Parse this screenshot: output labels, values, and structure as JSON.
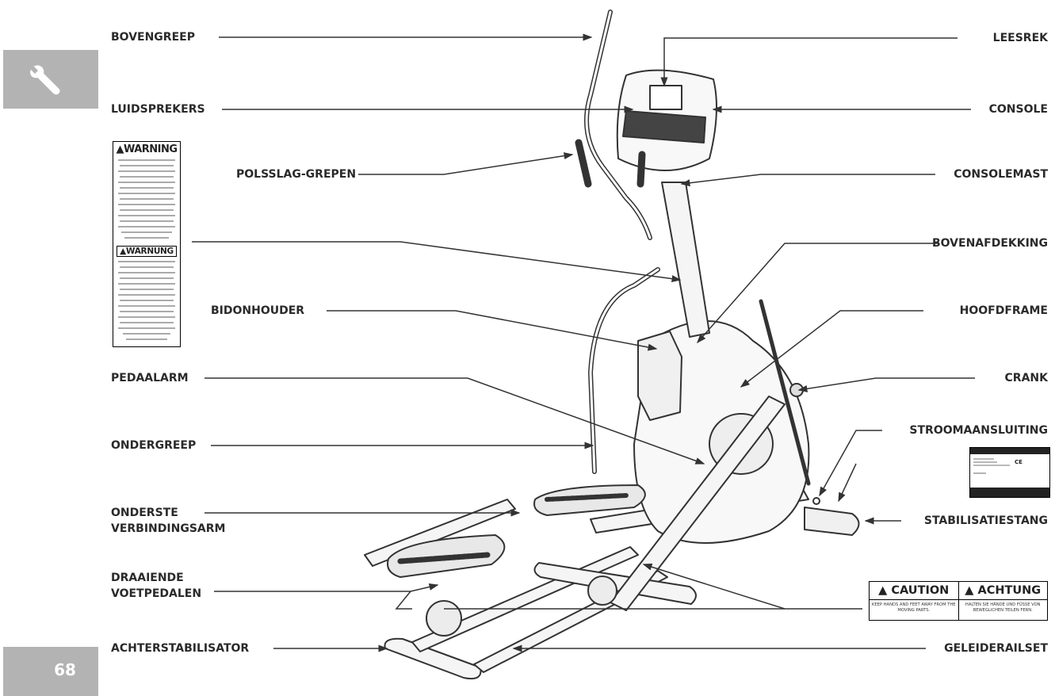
{
  "labels_left": [
    {
      "id": "bovengreep",
      "text": "BOVENGREEP"
    },
    {
      "id": "luidsprekers",
      "text": "LUIDSPREKERS"
    },
    {
      "id": "polsslag",
      "text": "POLSSLAG-GREPEN"
    },
    {
      "id": "bidonhouder",
      "text": "BIDONHOUDER"
    },
    {
      "id": "pedaalarm",
      "text": "PEDAALARM"
    },
    {
      "id": "ondergreep",
      "text": "ONDERGREEP"
    },
    {
      "id": "onderste",
      "text": "ONDERSTE\nVERBINDINGSARM"
    },
    {
      "id": "draaiende",
      "text": "DRAAIENDE\nVOETPEDALEN"
    },
    {
      "id": "achterstab",
      "text": "ACHTERSTABILISATOR"
    }
  ],
  "labels_right": [
    {
      "id": "leesrek",
      "text": "LEESREK"
    },
    {
      "id": "console",
      "text": "CONSOLE"
    },
    {
      "id": "consolemast",
      "text": "CONSOLEMAST"
    },
    {
      "id": "bovenafdekking",
      "text": "BOVENAFDEKKING"
    },
    {
      "id": "hoofdframe",
      "text": "HOOFDFRAME"
    },
    {
      "id": "crank",
      "text": "CRANK"
    },
    {
      "id": "stroom",
      "text": "STROOMAANSLUITING"
    },
    {
      "id": "stabilisatiestang",
      "text": "STABILISATIESTANG"
    },
    {
      "id": "geleiderail",
      "text": "GELEIDERAILSET"
    }
  ],
  "warning_label": {
    "title_en": "WARNING",
    "title_de": "WARNUNG"
  },
  "caution_label": {
    "title_en": "CAUTION",
    "title_de": "ACHTUNG",
    "text_en": "KEEP HANDS AND FEET AWAY FROM THE MOVING PARTS.",
    "text_de": "HALTEN SIE HÄNDE UND FÜSSE VON BEWEGLICHEN TEILEN FERN."
  },
  "serial_plate": {
    "mark": "CE"
  },
  "page_number": "68",
  "tool_icon": "wrench-icon",
  "colors": {
    "tab_gray": "#b3b3b3",
    "line": "#333333"
  }
}
